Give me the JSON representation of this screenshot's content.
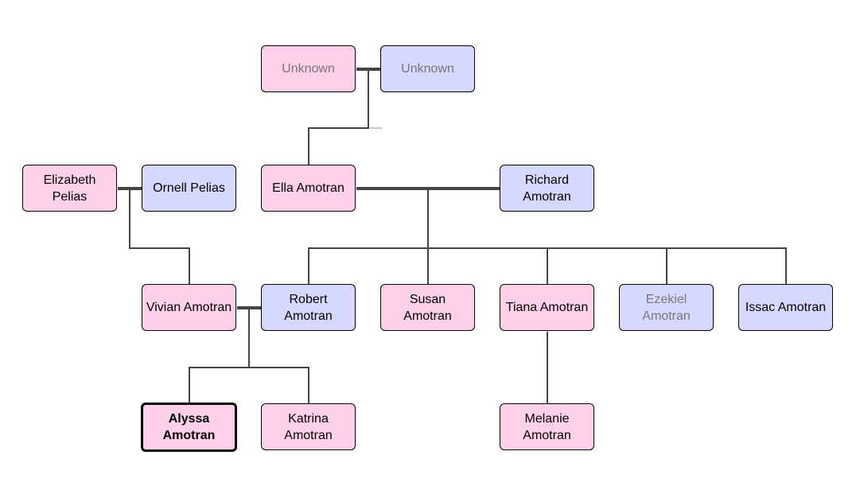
{
  "people": {
    "unknown_mother": {
      "name": "Unknown",
      "gender": "female",
      "dimmed": true
    },
    "unknown_father": {
      "name": "Unknown",
      "gender": "male",
      "dimmed": true
    },
    "elizabeth": {
      "name": "Elizabeth Pelias",
      "gender": "female"
    },
    "ornell": {
      "name": "Ornell Pelias",
      "gender": "male"
    },
    "ella": {
      "name": "Ella Amotran",
      "gender": "female"
    },
    "richard": {
      "name": "Richard Amotran",
      "gender": "male"
    },
    "vivian": {
      "name": "Vivian Amotran",
      "gender": "female"
    },
    "robert": {
      "name": "Robert Amotran",
      "gender": "male"
    },
    "susan": {
      "name": "Susan Amotran",
      "gender": "female"
    },
    "tiana": {
      "name": "Tiana Amotran",
      "gender": "female"
    },
    "ezekiel": {
      "name": "Ezekiel Amotran",
      "gender": "male",
      "dimmed": true
    },
    "issac": {
      "name": "Issac Amotran",
      "gender": "male"
    },
    "alyssa": {
      "name": "Alyssa Amotran",
      "gender": "female",
      "selected": true
    },
    "katrina": {
      "name": "Katrina Amotran",
      "gender": "female"
    },
    "melanie": {
      "name": "Melanie Amotran",
      "gender": "female"
    }
  },
  "colors": {
    "female": "#ffd0ea",
    "male": "#d6d8ff",
    "line": "#444444",
    "dimmed_text": "#777777"
  }
}
